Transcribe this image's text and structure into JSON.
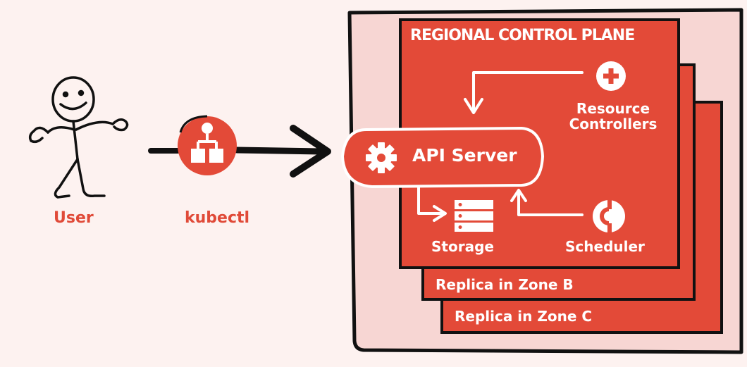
{
  "colors": {
    "accent": "#e34a38",
    "panel": "#f7d6d3",
    "background": "#fdf2f0",
    "ink": "#111111"
  },
  "left": {
    "user": {
      "label": "User",
      "icon": "stick-figure-user-icon"
    },
    "kubectl": {
      "label": "kubectl",
      "icon": "kubectl-hierarchy-icon"
    }
  },
  "control_plane": {
    "title": "REGIONAL CONTROL PLANE",
    "api_server": {
      "label": "API Server",
      "icon": "gear-icon"
    },
    "resource_controllers": {
      "label_line1": "Resource",
      "label_line2": "Controllers",
      "icon": "plus-circle-icon"
    },
    "storage": {
      "label": "Storage",
      "icon": "storage-stack-icon"
    },
    "scheduler": {
      "label": "Scheduler",
      "icon": "scheduler-icon"
    }
  },
  "replicas": [
    {
      "label": "Replica in Zone B"
    },
    {
      "label": "Replica in Zone C"
    }
  ]
}
